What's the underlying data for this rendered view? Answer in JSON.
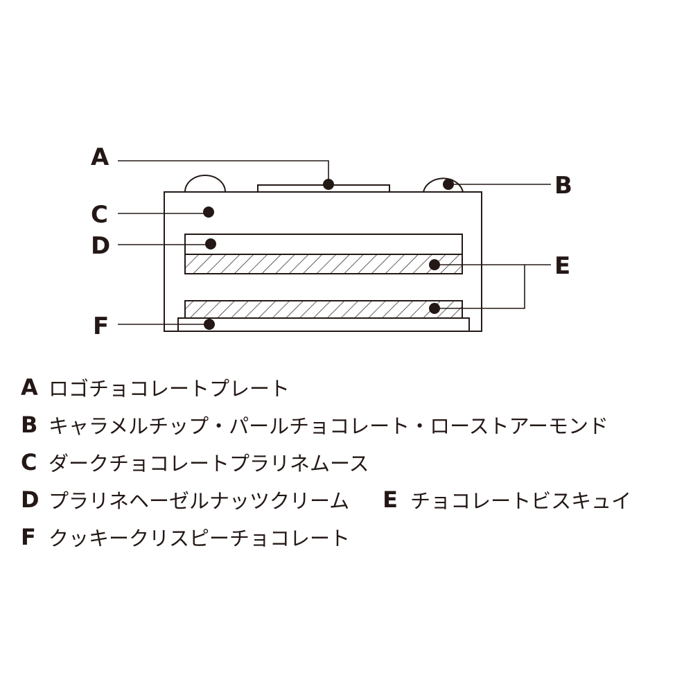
{
  "diagram": {
    "labels": [
      "A",
      "B",
      "C",
      "D",
      "E",
      "F"
    ],
    "line_color": "#231815"
  },
  "legend": [
    {
      "key": "A",
      "text": "ロゴチョコレートプレート"
    },
    {
      "key": "B",
      "text": "キャラメルチップ・パールチョコレート・ローストアーモンド"
    },
    {
      "key": "C",
      "text": "ダークチョコレートプラリネムース"
    },
    {
      "key": "D",
      "text": "プラリネヘーゼルナッツクリーム"
    },
    {
      "key": "E",
      "text": "チョコレートビスキュイ"
    },
    {
      "key": "F",
      "text": "クッキークリスピーチョコレート"
    }
  ]
}
